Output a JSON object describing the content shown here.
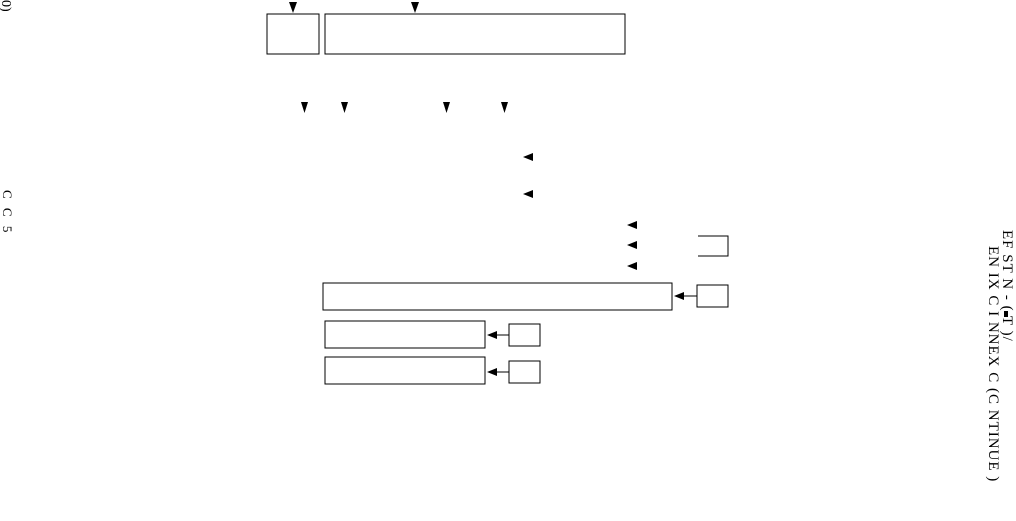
{
  "margin_marks": {
    "top": "0)",
    "middle": "C C 5"
  },
  "side_heading": {
    "line1": "EF ST  N  -  (  T )/",
    "line2": "EN  IX C I   NNEX C (C  NTINUE  )"
  }
}
